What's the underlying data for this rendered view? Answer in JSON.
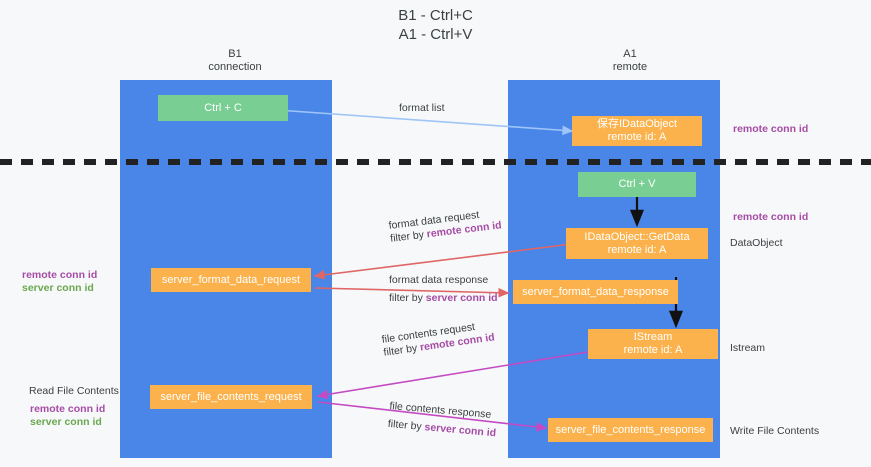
{
  "title": {
    "line1": "B1 - Ctrl+C",
    "line2": "A1 - Ctrl+V"
  },
  "columns": [
    {
      "id": "b1",
      "line1": "B1",
      "line2": "connection",
      "color": "#4a86e8"
    },
    {
      "id": "a1",
      "line1": "A1",
      "line2": "remote",
      "color": "#4a86e8"
    }
  ],
  "nodes": {
    "ctrl_c": {
      "line1": "Ctrl + C",
      "line2": "",
      "color": "#79cf93"
    },
    "save_idataobject": {
      "line1": "保存IDataObject",
      "line2": "remote id: A",
      "color": "#fbb24c"
    },
    "ctrl_v": {
      "line1": "Ctrl + V",
      "line2": "",
      "color": "#79cf93"
    },
    "idataobject_getdata": {
      "line1": "IDataObject::GetData",
      "line2": "remote id: A",
      "color": "#fbb24c"
    },
    "server_format_data_request": {
      "line1": "server_format_data_request",
      "line2": "",
      "color": "#fbb24c"
    },
    "server_format_data_response": {
      "line1": "server_format_data_response",
      "line2": "",
      "color": "#fbb24c"
    },
    "istream": {
      "line1": "IStream",
      "line2": "remote id: A",
      "color": "#fbb24c"
    },
    "server_file_contents_request": {
      "line1": "server_file_contents_request",
      "line2": "",
      "color": "#fbb24c"
    },
    "server_file_contents_response": {
      "line1": "server_file_contents_response",
      "line2": "",
      "color": "#fbb24c"
    }
  },
  "edge_labels": {
    "format_list": {
      "line1": "format list",
      "line2": "",
      "line2_hl": ""
    },
    "format_data_request": {
      "line1": "format data request",
      "line2": "filter by ",
      "line2_hl": "remote conn id"
    },
    "format_data_response": {
      "line1": "format data response",
      "line2": "filter by ",
      "line2_hl": "server conn id"
    },
    "file_contents_request": {
      "line1": "file contents request",
      "line2": "filter by ",
      "line2_hl": "remote conn id"
    },
    "file_contents_response": {
      "line1": "file contents response",
      "line2": "filter by ",
      "line2_hl": "server conn id"
    }
  },
  "left_annotations": {
    "copy_ids": {
      "remote": "remote conn id",
      "server": "server conn id"
    },
    "read_file": {
      "title": "Read File Contents",
      "remote": "remote conn id",
      "server": "server conn id"
    }
  },
  "right_annotations": {
    "remote_conn_id_top": "remote conn id",
    "remote_conn_id_middle": "remote conn id",
    "data_object": "DataObject",
    "istream": "Istream",
    "write_file_contents": "Write File Contents"
  },
  "colors": {
    "lane": "#4a86e8",
    "green_node": "#79cf93",
    "orange_node": "#fbb24c",
    "purple_text": "#a64ca6",
    "green_text": "#6aa84f",
    "text": "#3c4043",
    "arrow_blue": "#9fc5f8",
    "arrow_red": "#e06666",
    "arrow_magenta": "#c44ac4",
    "arrow_black": "#1a1a1a",
    "background": "#f7f8f9",
    "divider": "#222222"
  }
}
